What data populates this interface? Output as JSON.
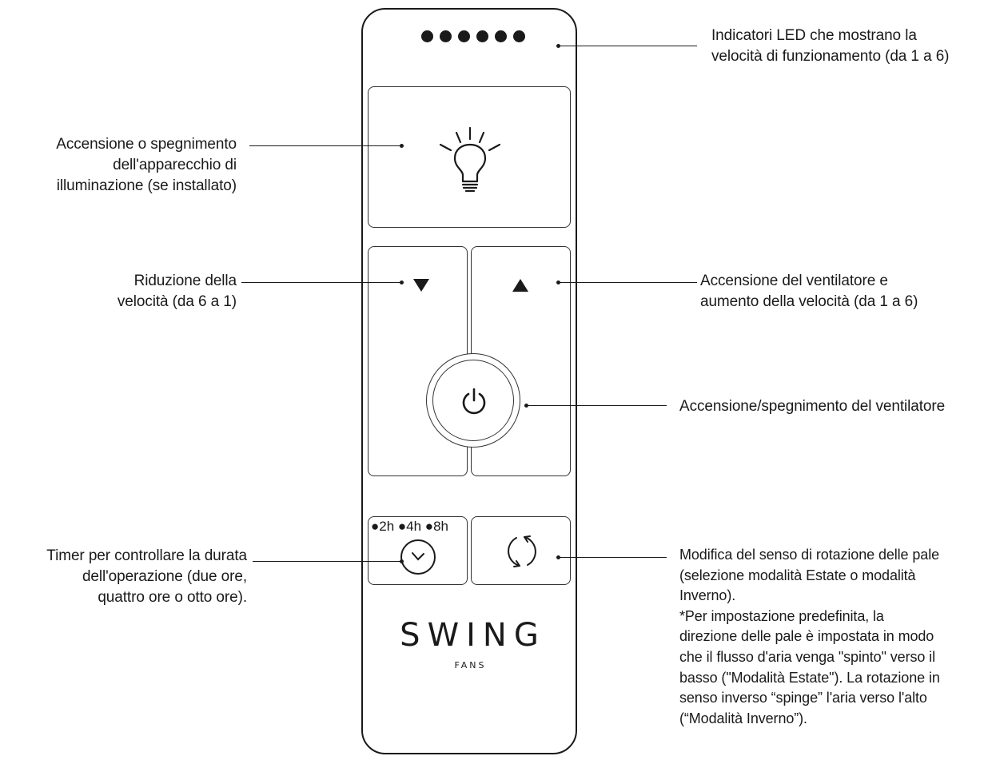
{
  "remote": {
    "brand": "SWING",
    "brand_sub": "FANS",
    "led_count": 6,
    "timer_options": "●2h ●4h ●8h"
  },
  "annotations": {
    "leds": {
      "lines": [
        "Indicatori LED che mostrano la",
        "velocità di funzionamento (da 1 a 6)"
      ]
    },
    "light": {
      "lines": [
        "Accensione o spegnimento",
        "dell'apparecchio di",
        "illuminazione (se installato)"
      ]
    },
    "speed_down": {
      "lines": [
        "Riduzione della",
        "velocità (da 6 a 1)"
      ]
    },
    "speed_up": {
      "lines": [
        "Accensione del ventilatore e",
        "aumento della velocità (da 1 a 6)"
      ]
    },
    "power": {
      "lines": [
        "Accensione/spegnimento del ventilatore"
      ]
    },
    "timer": {
      "lines": [
        "Timer per controllare la durata",
        "dell'operazione (due ore,",
        "quattro ore o otto ore)."
      ]
    },
    "reverse": {
      "lines": [
        "Modifica del senso di rotazione delle pale",
        "(selezione modalità Estate o modalità",
        "Inverno).",
        "*Per impostazione predefinita, la",
        "direzione delle pale è impostata in modo",
        "che il flusso d'aria venga \"spinto\" verso il",
        "basso (\"Modalità Estate\"). La rotazione in",
        "senso inverso “spinge” l'aria verso l'alto",
        "(“Modalità Inverno”)."
      ]
    }
  }
}
